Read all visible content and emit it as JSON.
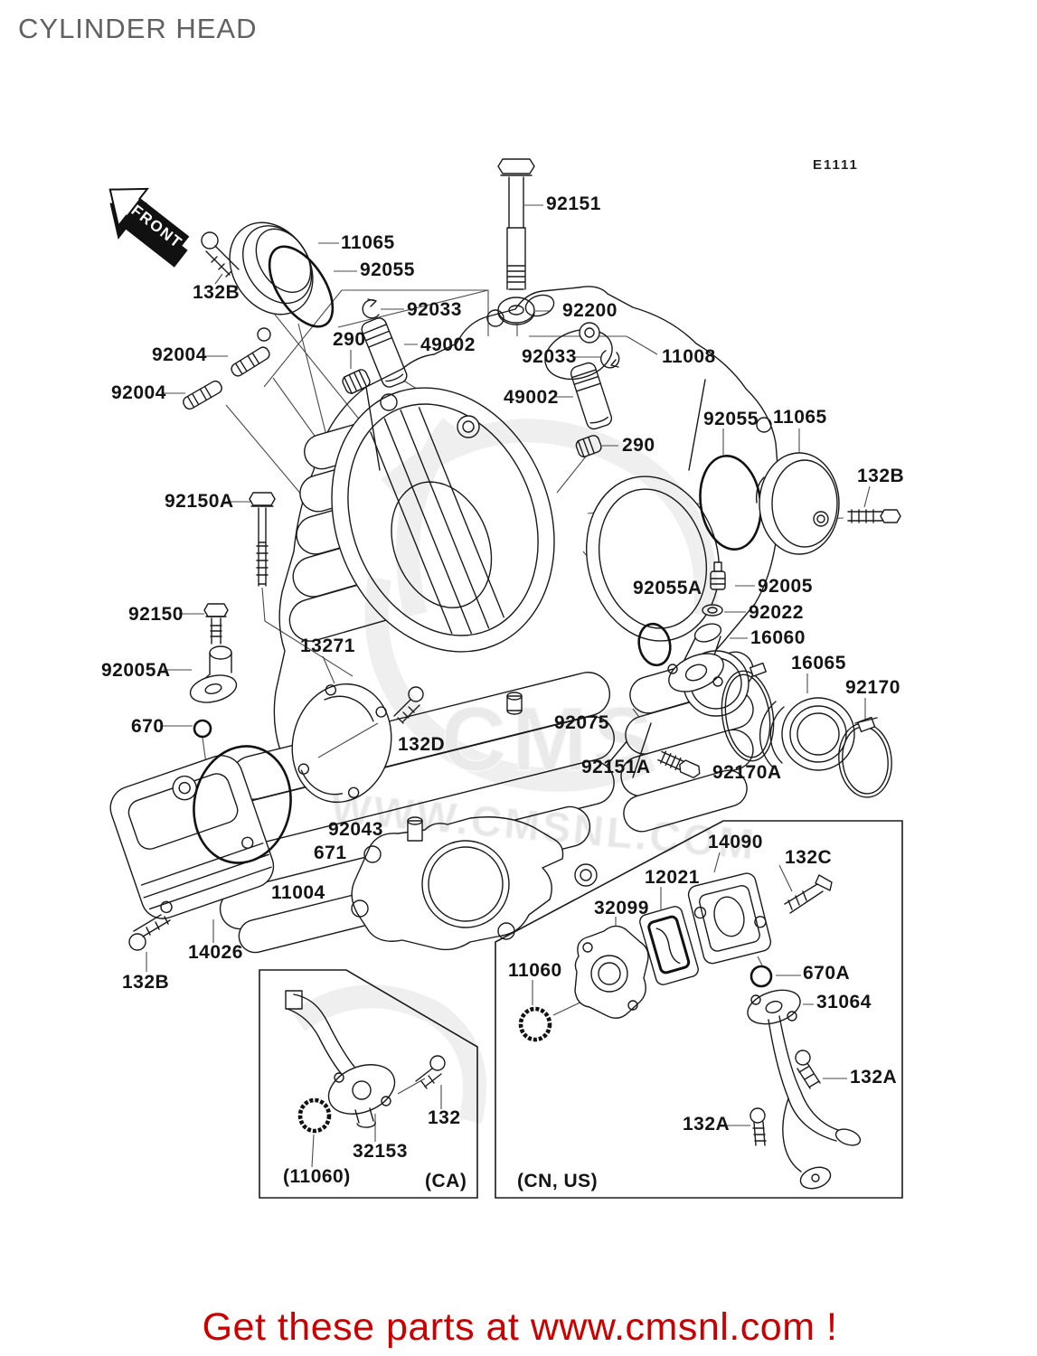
{
  "page": {
    "title": "CYLINDER HEAD",
    "diagram_code": "E1111",
    "front_arrow": "FRONT"
  },
  "watermark": {
    "logo_text": "CMS",
    "url_text": "WWW.CMSNL.COM"
  },
  "footer": {
    "text": "Get these parts at www.cmsnl.com !",
    "color": "#cc0000"
  },
  "insets": {
    "ca": "(CA)",
    "cn_us": "(CN, US)",
    "ref_11060": "(11060)"
  },
  "labels": {
    "t92151": "92151",
    "t11065a": "11065",
    "t92055a": "92055",
    "t132b_a": "132B",
    "t92033a": "92033",
    "t92200": "92200",
    "t290a": "290",
    "t49002a": "49002",
    "t92033b": "92033",
    "t11008": "11008",
    "t49002b": "49002",
    "t92004a": "92004",
    "t92004b": "92004",
    "t92055b": "92055",
    "t11065b": "11065",
    "t132b_b": "132B",
    "t290b": "290",
    "t92150a": "92150A",
    "t92150": "92150",
    "t92005a": "92005A",
    "t13271": "13271",
    "t670": "670",
    "t132d": "132D",
    "t92075": "92075",
    "t92055ar": "92055A",
    "t92005": "92005",
    "t92022": "92022",
    "t16060": "16060",
    "t16065": "16065",
    "t92170": "92170",
    "t92151a": "92151A",
    "t92170a": "92170A",
    "t92043": "92043",
    "t671": "671",
    "t11004": "11004",
    "t14026": "14026",
    "t132b_c": "132B",
    "t14090": "14090",
    "t132c": "132C",
    "t12021": "12021",
    "t32099": "32099",
    "t11060": "11060",
    "t670a": "670A",
    "t31064": "31064",
    "t132a_r": "132A",
    "t132a_l": "132A",
    "t132": "132",
    "t32153": "32153"
  }
}
